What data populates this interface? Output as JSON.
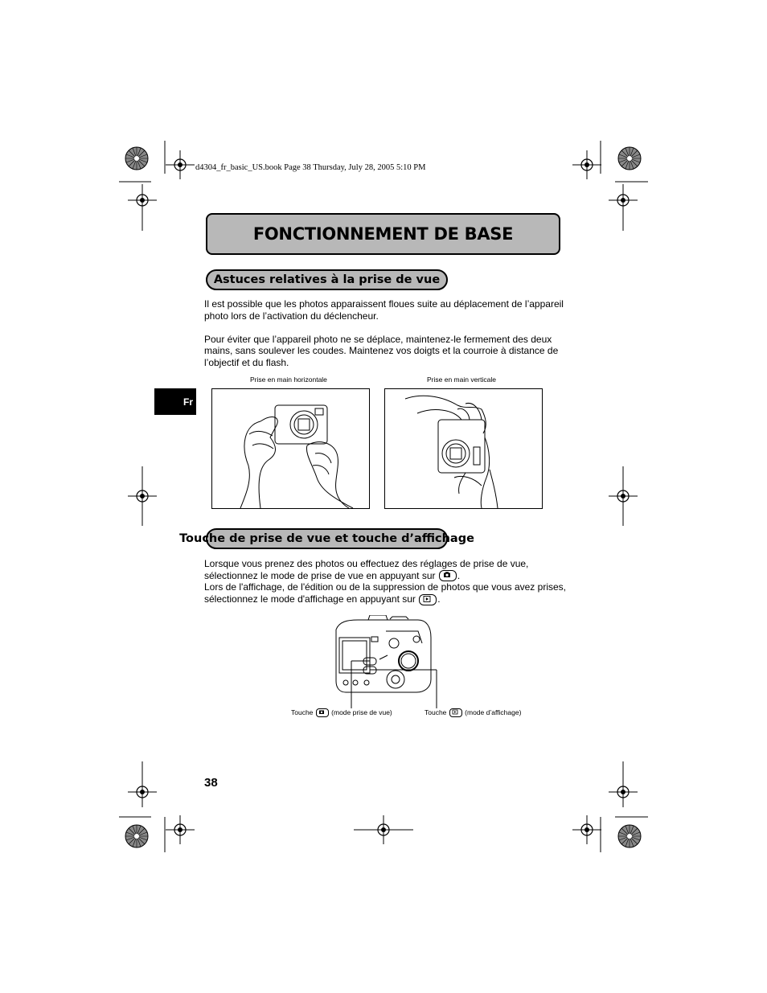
{
  "header": {
    "file_info": "d4304_fr_basic_US.book  Page 38  Thursday, July 28, 2005  5:10 PM"
  },
  "title": "FONCTIONNEMENT DE BASE",
  "language_tab": "Fr",
  "section1": {
    "heading": "Astuces relatives à la prise de vue",
    "paragraph1": "Il est possible que les photos apparaissent floues suite au déplacement de l’appareil photo lors de l’activation du déclencheur.",
    "paragraph2": "Pour éviter que l’appareil photo ne se déplace, maintenez-le fermement des deux mains, sans soulever les coudes. Maintenez vos doigts et la courroie à distance de l’objectif et du flash.",
    "caption_horizontal": "Prise en main horizontale",
    "caption_vertical": "Prise en main verticale"
  },
  "section2": {
    "heading": "Touche de prise de vue et touche d’affichage",
    "line1": "Lorsque vous prenez des photos ou effectuez des réglages de prise de vue,",
    "line2_before": "sélectionnez le mode de prise de vue en appuyant sur",
    "line2_after": ".",
    "line3": "Lors de l'affichage, de l'édition ou de la suppression de photos que vous avez prises,",
    "line4_before": "sélectionnez le mode d'affichage en appuyant sur",
    "line4_after": ".",
    "label_left_prefix": "Touche",
    "label_left_suffix": "(mode prise de vue)",
    "label_right_prefix": "Touche",
    "label_right_suffix": "(mode d’affichage)"
  },
  "page_number": "38",
  "icons": [
    "camera-button-icon",
    "playback-button-icon",
    "registration-mark-icon",
    "color-wheel-icon"
  ]
}
